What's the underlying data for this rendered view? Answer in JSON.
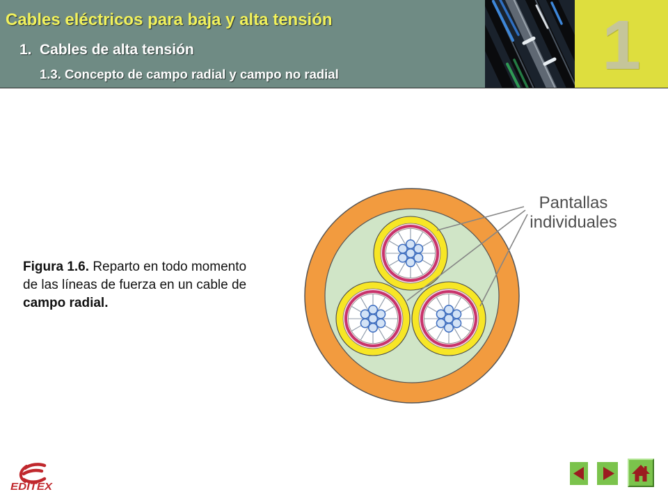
{
  "header": {
    "title": "Cables eléctricos para baja y alta tensión",
    "section_number": "1.",
    "section_title": "Cables de alta tensión",
    "subsection": "1.3. Concepto de campo radial y campo no radial",
    "unit_number": "1"
  },
  "figure": {
    "caption": {
      "label": "Figura 1.6.",
      "line1_text": "Reparto en todo momento",
      "line2_text": "de las líneas de fuerza en un cable de",
      "line3_bold": "campo radial."
    },
    "annotation": {
      "line1": "Pantallas",
      "line2": "individuales"
    }
  },
  "logo": {
    "text": "EDITEX"
  },
  "navigation": {
    "prev_icon": "arrow-left-icon",
    "next_icon": "arrow-right-icon",
    "home_icon": "home-icon"
  },
  "colors": {
    "header_band": "#6f8b84",
    "title_text": "#f2f25c",
    "unit_box": "#dede3e",
    "unit_number": "#c5c59a",
    "outer_sheath": "#f29b3f",
    "filler": "#d0e5c7",
    "screen": "#f7e626",
    "insulation": "#c8336b",
    "field_line": "#8d99a8",
    "strand_fill": "#d3e3f6",
    "strand_outline": "#3b6cc0",
    "leader_line": "#858585",
    "nav_button": "#7bc34c",
    "nav_arrow": "#9b1c20",
    "logo": "#c0282d"
  }
}
